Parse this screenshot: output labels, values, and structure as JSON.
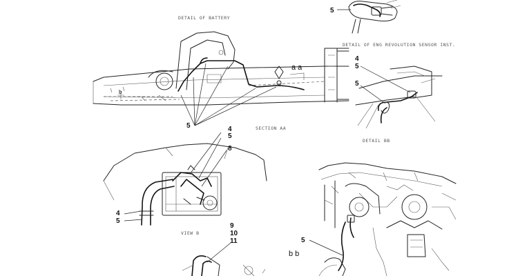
{
  "captions": {
    "detail_battery": "DETAIL OF BATTERY",
    "detail_sensor": "DETAIL OF ENG REVOLUTION SENSOR INST.",
    "section_aa": "SECTION AA",
    "detail_bb": "DETAIL BB",
    "view_b": "VIEW B"
  },
  "marks": {
    "aa": "a a",
    "bb": "b b",
    "b_small": "b"
  },
  "callouts": {
    "top_5": "5",
    "sensor_4": "4",
    "sensor_5a": "5",
    "sensor_5b": "5",
    "chassis_5": "5",
    "section_4": "4",
    "section_5": "5",
    "section_8": "8",
    "pipe_4": "4",
    "pipe_5": "5",
    "view_9": "9",
    "view_10": "10",
    "view_11": "11",
    "engine_5": "5"
  }
}
